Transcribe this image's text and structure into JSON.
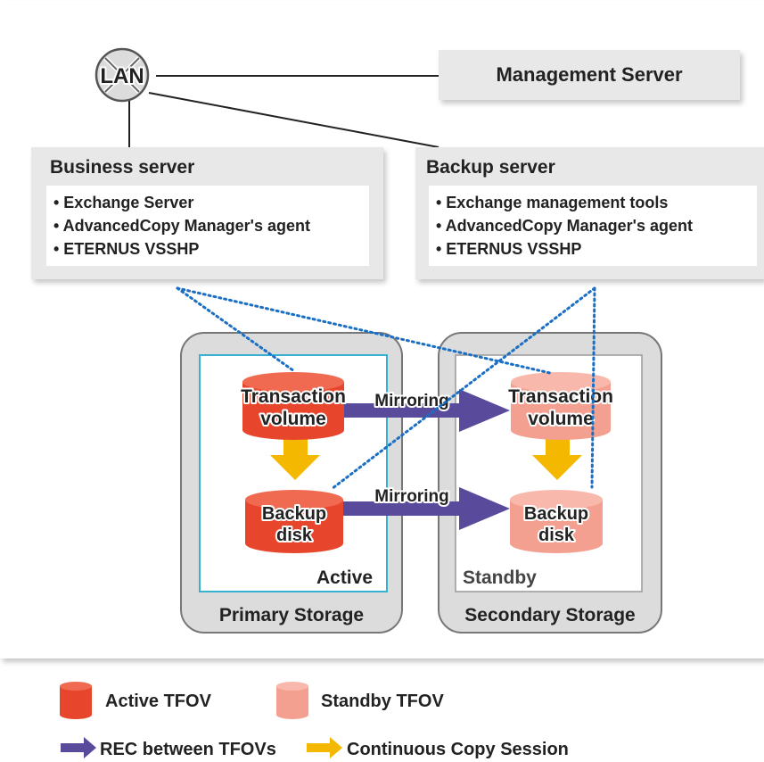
{
  "lan": {
    "label": "LAN"
  },
  "management_server": {
    "label": "Management Server"
  },
  "business_server": {
    "title": "Business server",
    "items": [
      "• Exchange Server",
      "• AdvancedCopy Manager's agent",
      "• ETERNUS VSSHP"
    ]
  },
  "backup_server": {
    "title": "Backup server",
    "items": [
      "• Exchange management tools",
      "• AdvancedCopy Manager's agent",
      "• ETERNUS VSSHP"
    ]
  },
  "primary_storage": {
    "label": "Primary Storage",
    "state": "Active",
    "transaction_volume": [
      "Transaction",
      "volume"
    ],
    "backup_disk": [
      "Backup",
      "disk"
    ]
  },
  "secondary_storage": {
    "label": "Secondary Storage",
    "state": "Standby",
    "transaction_volume": [
      "Transaction",
      "volume"
    ],
    "backup_disk": [
      "Backup",
      "disk"
    ]
  },
  "mirroring": {
    "top": "Mirroring",
    "bottom": "Mirroring"
  },
  "legend": {
    "active_tfov": "Active TFOV",
    "standby_tfov": "Standby TFOV",
    "rec": "REC between TFOVs",
    "continuous_copy": "Continuous Copy Session"
  },
  "colors": {
    "active": "#e8462c",
    "standby": "#f4a090",
    "rec_arrow": "#5a4a9c",
    "copy_arrow": "#f5b800",
    "server_box": "#e8e8e8",
    "storage_frame": "#dcdcdc",
    "active_frame_border": "#37b0d2",
    "dotted_line": "#1a6fc4"
  }
}
